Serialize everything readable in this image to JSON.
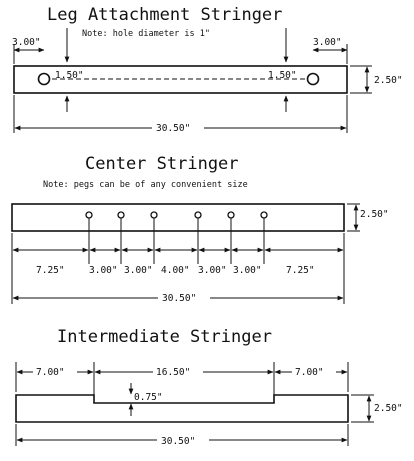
{
  "leg": {
    "title": "Leg Attachment Stringer",
    "note": "Note: hole diameter is 1\"",
    "dim_left_offset": "3.00\"",
    "dim_right_offset": "3.00\"",
    "dim_hole_left": "1.50\"",
    "dim_hole_right": "1.50\"",
    "dim_height": "2.50\"",
    "dim_length": "30.50\""
  },
  "center": {
    "title": "Center Stringer",
    "note": "Note: pegs can be of any convenient size",
    "dim_height": "2.50\"",
    "dim_first": "7.25\"",
    "dim_gap1": "3.00\"",
    "dim_gap2": "3.00\"",
    "dim_mid": "4.00\"",
    "dim_gap3": "3.00\"",
    "dim_gap4": "3.00\"",
    "dim_last": "7.25\"",
    "dim_length": "30.50\""
  },
  "intermediate": {
    "title": "Intermediate Stringer",
    "dim_left": "7.00\"",
    "dim_middle": "16.50\"",
    "dim_right": "7.00\"",
    "dim_notch": "0.75\"",
    "dim_height": "2.50\"",
    "dim_length": "30.50\""
  }
}
